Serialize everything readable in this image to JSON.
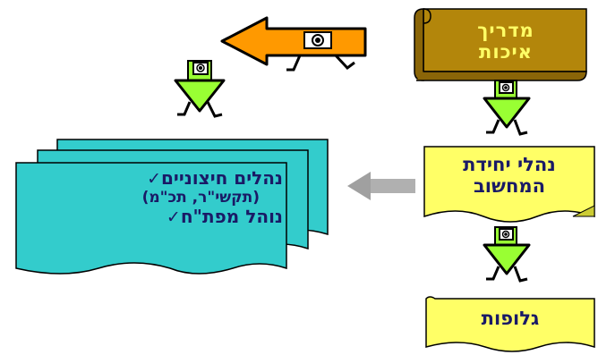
{
  "guide_box": {
    "lines": [
      "מדריך",
      "איכות"
    ]
  },
  "units_box": {
    "lines": [
      "נהלי יחידת",
      "המחשוב"
    ]
  },
  "forms_box": {
    "label": "גלופות"
  },
  "external_box": {
    "items": [
      {
        "check": "✓",
        "text": "נהלים חיצוניים"
      },
      {
        "check": "",
        "text": "(תקשי\"ר, תכ\"מ)"
      },
      {
        "check": "✓",
        "text": "נוהל מפת\"ח"
      }
    ]
  },
  "colors": {
    "guide_fill": "#b3860b",
    "doc_yellow": "#ffff66",
    "doc_teal": "#33cccc",
    "arrow_orange": "#ff9900",
    "arrow_green": "#99ff33",
    "connector_gray": "#b0b0b0",
    "text_dark": "#1a1a66"
  },
  "icons": [
    "scroll-shape",
    "walking-arrow-icon",
    "check-icon",
    "gray-arrow-icon"
  ]
}
